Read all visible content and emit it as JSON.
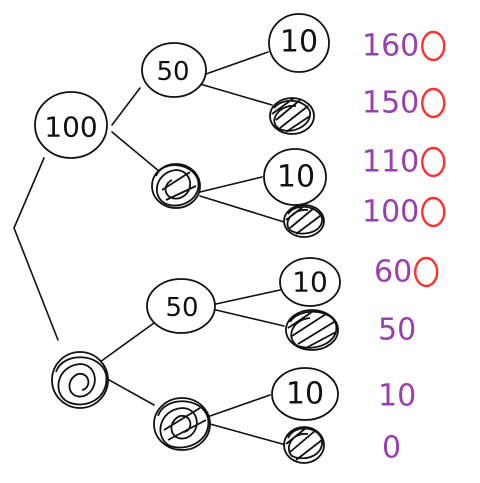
{
  "colors": {
    "ink": "#111111",
    "sum": "#9a3fb0",
    "mark": "#ff3030"
  },
  "nodes": {
    "root": "100",
    "top_mid": "50",
    "bottom_mid": "50",
    "leaf_1": "10",
    "leaf_2": "10",
    "leaf_3": "10",
    "leaf_4": "10"
  },
  "sums": [
    "160",
    "150",
    "110",
    "100",
    "60",
    "50",
    "10",
    "0"
  ],
  "marked_sums": [
    true,
    true,
    true,
    true,
    true,
    false,
    false,
    false
  ]
}
